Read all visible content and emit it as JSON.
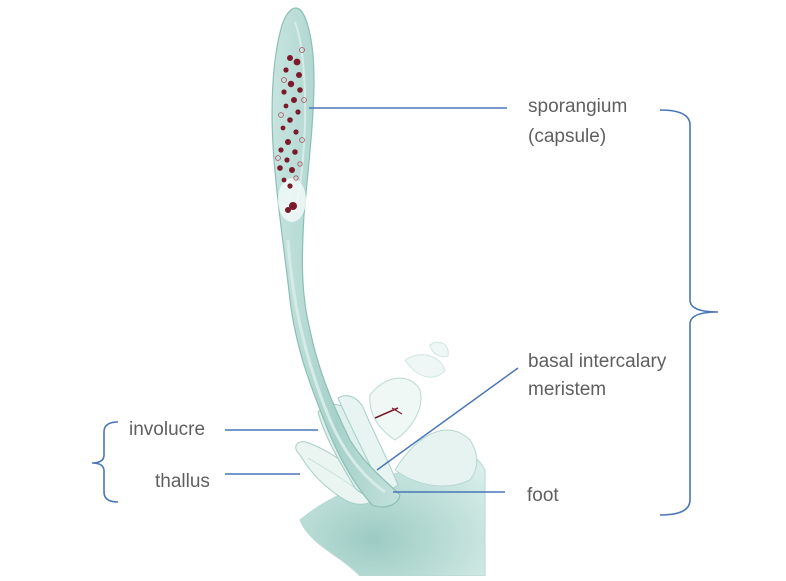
{
  "labels": {
    "sporangium_line1": "sporangium",
    "sporangium_line2": "(capsule)",
    "basal_line1": "basal intercalary",
    "basal_line2": "meristem",
    "involucre": "involucre",
    "thallus": "thallus",
    "foot": "foot"
  },
  "colors": {
    "leader_line": "#4a76b8",
    "text": "#5f5f5f",
    "tissue_stain": "#a9d3cc",
    "spore": "#7a1a2a"
  }
}
